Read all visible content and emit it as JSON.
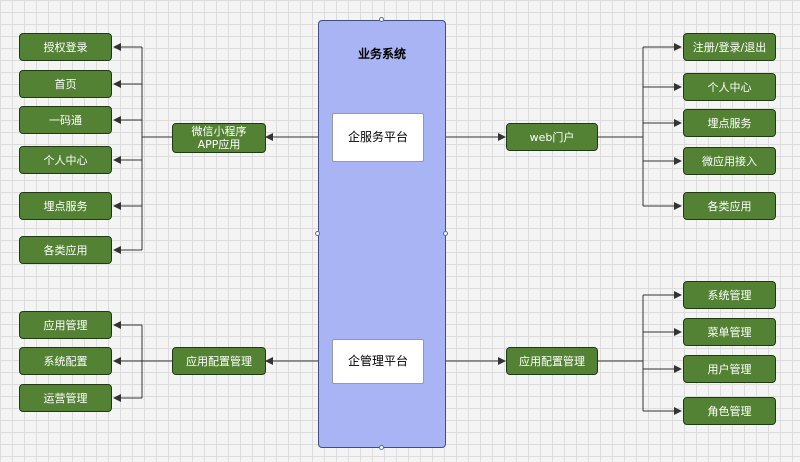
{
  "core": {
    "title": "业务系统",
    "service_platform": "企服务平台",
    "management_platform": "企管理平台"
  },
  "mini_app": {
    "label_line1": "微信小程序",
    "label_line2": "APP应用"
  },
  "mini_app_items": [
    "授权登录",
    "首页",
    "一码通",
    "个人中心",
    "埋点服务",
    "各类应用"
  ],
  "web_portal": {
    "label": "web门户"
  },
  "web_items": [
    "注册/登录/退出",
    "个人中心",
    "埋点服务",
    "微应用接入",
    "各类应用"
  ],
  "left_config": {
    "label": "应用配置管理"
  },
  "left_config_items": [
    "应用管理",
    "系统配置",
    "运营管理"
  ],
  "right_config": {
    "label": "应用配置管理"
  },
  "right_config_items": [
    "系统管理",
    "菜单管理",
    "用户管理",
    "角色管理"
  ]
}
